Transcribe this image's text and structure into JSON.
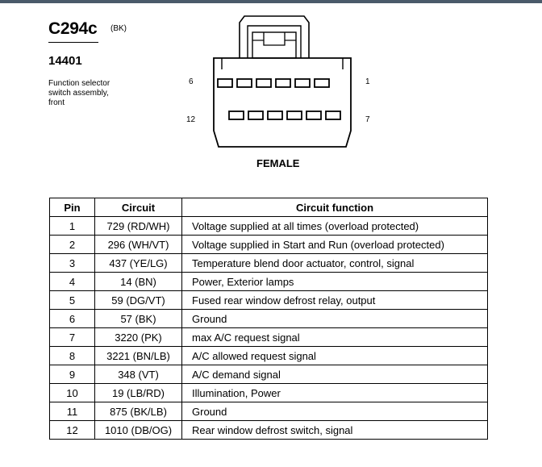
{
  "header": {
    "connector_id": "C294c",
    "connector_color": "(BK)",
    "part_number": "14401",
    "description": [
      "Function selector",
      "switch assembly,",
      "front"
    ]
  },
  "connector": {
    "pin_labels": {
      "top_left": "6",
      "top_right": "1",
      "bottom_left": "12",
      "bottom_right": "7"
    },
    "gender": "FEMALE"
  },
  "table": {
    "headers": {
      "pin": "Pin",
      "circuit": "Circuit",
      "function": "Circuit function"
    },
    "rows": [
      {
        "pin": "1",
        "circuit": "729 (RD/WH)",
        "function": "Voltage supplied at all times (overload protected)"
      },
      {
        "pin": "2",
        "circuit": "296 (WH/VT)",
        "function": "Voltage supplied in Start and Run (overload protected)"
      },
      {
        "pin": "3",
        "circuit": "437 (YE/LG)",
        "function": "Temperature blend door actuator, control, signal"
      },
      {
        "pin": "4",
        "circuit": "14 (BN)",
        "function": "Power, Exterior lamps"
      },
      {
        "pin": "5",
        "circuit": "59 (DG/VT)",
        "function": "Fused rear window defrost relay, output"
      },
      {
        "pin": "6",
        "circuit": "57 (BK)",
        "function": "Ground"
      },
      {
        "pin": "7",
        "circuit": "3220 (PK)",
        "function": "max A/C request signal"
      },
      {
        "pin": "8",
        "circuit": "3221 (BN/LB)",
        "function": "A/C allowed request signal"
      },
      {
        "pin": "9",
        "circuit": "348 (VT)",
        "function": "A/C demand signal"
      },
      {
        "pin": "10",
        "circuit": "19 (LB/RD)",
        "function": "Illumination, Power"
      },
      {
        "pin": "11",
        "circuit": "875 (BK/LB)",
        "function": "Ground"
      },
      {
        "pin": "12",
        "circuit": "1010 (DB/OG)",
        "function": "Rear window defrost switch, signal"
      }
    ]
  }
}
